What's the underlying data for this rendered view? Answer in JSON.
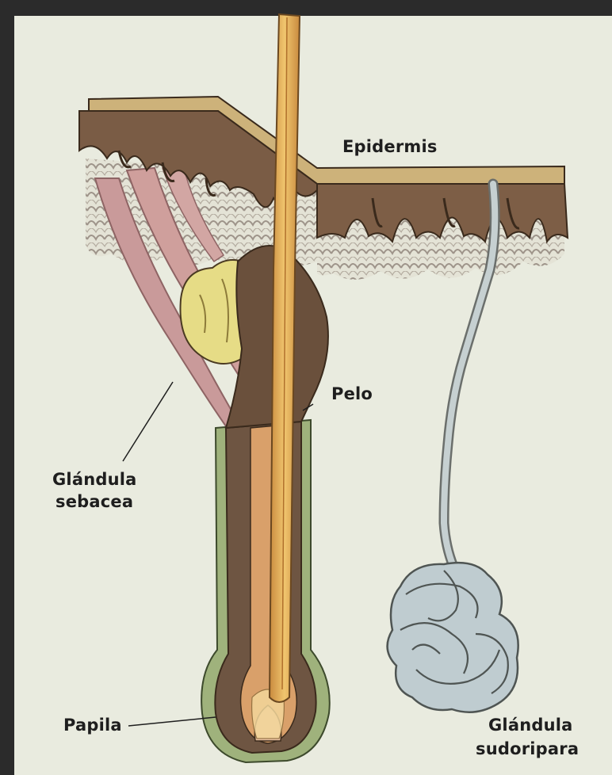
{
  "labels": {
    "epidermis": "Epidermis",
    "pelo": "Pelo",
    "glandula_sebacea_line1": "Glándula",
    "glandula_sebacea_line2": "sebacea",
    "papila": "Papila",
    "glandula_sudoripara_line1": "Glándula",
    "glandula_sudoripara_line2": "sudoripara"
  },
  "colors": {
    "frame": "#2b2b2b",
    "paper": "#e9ebdf",
    "skin_brown": "#7a5c45",
    "skin_dark": "#5a3e2c",
    "dermis_pink": "#c99a9a",
    "sebaceous_yellow": "#e6dc86",
    "hair_orange": "#e6b45c",
    "follicle_green": "#8aa36a",
    "gland_blue": "#b9c8cc",
    "text": "#1e1e1e"
  }
}
